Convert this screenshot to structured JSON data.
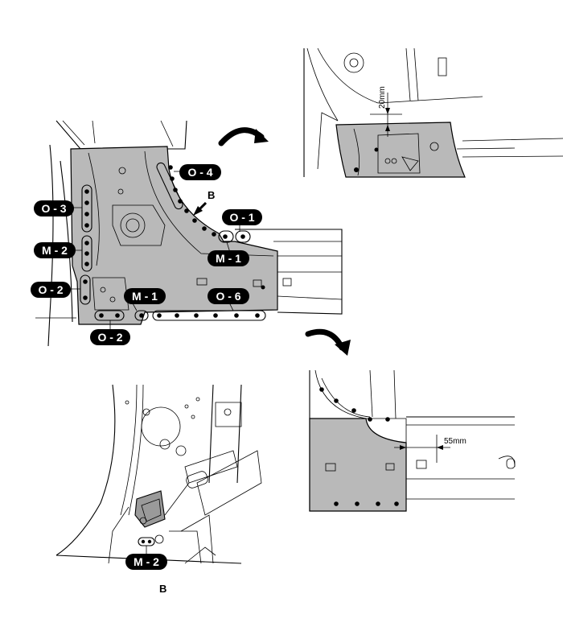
{
  "colors": {
    "panel_fill": "#b9b9b9",
    "line": "#000000",
    "label_bg": "#000000",
    "label_text": "#ffffff"
  },
  "labels": {
    "o4": "O - 4",
    "o1": "O - 1",
    "o3": "O - 3",
    "m2_left": "M - 2",
    "m1_upper": "M - 1",
    "o2_left": "O - 2",
    "m1_lower": "M - 1",
    "o6": "O - 6",
    "o2_bottom": "O - 2",
    "m2_detail": "M - 2"
  },
  "view_letter": "B",
  "detail_caption": "B",
  "dimensions": {
    "top_right": "20mm",
    "bottom_right": "55mm"
  }
}
